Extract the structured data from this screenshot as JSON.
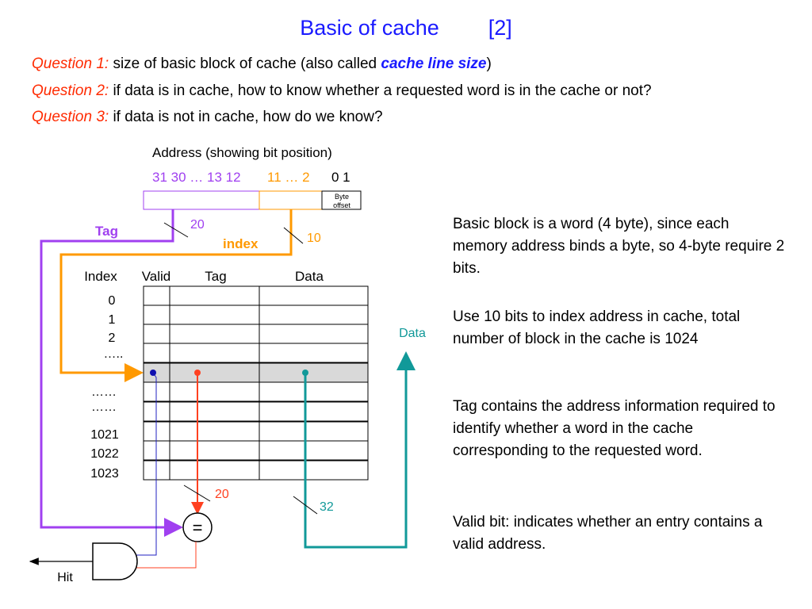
{
  "title": {
    "text": "Basic of cache",
    "number": "[2]"
  },
  "questions": [
    {
      "label": "Question 1:",
      "text": " size of basic block of cache  (also called ",
      "highlight": "cache line size",
      "tail": ")"
    },
    {
      "label": "Question 2:",
      "text": " if data is in cache, how to know whether a requested word is in the cache or not?"
    },
    {
      "label": "Question 3:",
      "text": " if data is not in cache, how do we know?"
    }
  ],
  "diagram": {
    "address_title": "Address (showing bit position)",
    "bits_tag": "31 30 … 13 12",
    "bits_index": "11 … 2",
    "bits_offset": "0 1",
    "byte_offset": [
      "Byte",
      "offset"
    ],
    "tag_label": "Tag",
    "index_label": "index",
    "tag_bits": "20",
    "index_bits": "10",
    "headers": {
      "index": "Index",
      "valid": "Valid",
      "tag": "Tag",
      "data": "Data"
    },
    "row_indices": [
      "0",
      "1",
      "2",
      "…..",
      "……",
      "……",
      "1021",
      "1022",
      "1023"
    ],
    "data_out": "Data",
    "compare_bits": "20",
    "data_bits": "32",
    "comparator": "=",
    "hit": "Hit"
  },
  "notes": [
    "Basic block is a word (4 byte), since each memory address binds a byte, so 4-byte require 2 bits.",
    "Use 10 bits to index address in cache, total number of block in the cache is 1024",
    "Tag contains the address information required to identify whether a word in the cache corresponding to the requested word.",
    "Valid bit: indicates whether an entry contains a valid address."
  ],
  "colors": {
    "title": "#1a1aff",
    "question_label": "#ff2a00",
    "tag": "#a040f0",
    "index": "#ff9900",
    "valid_wire": "#2020c0",
    "tag_wire": "#ff4020",
    "data_wire": "#119999",
    "selected_row": "#d9d9d9"
  }
}
